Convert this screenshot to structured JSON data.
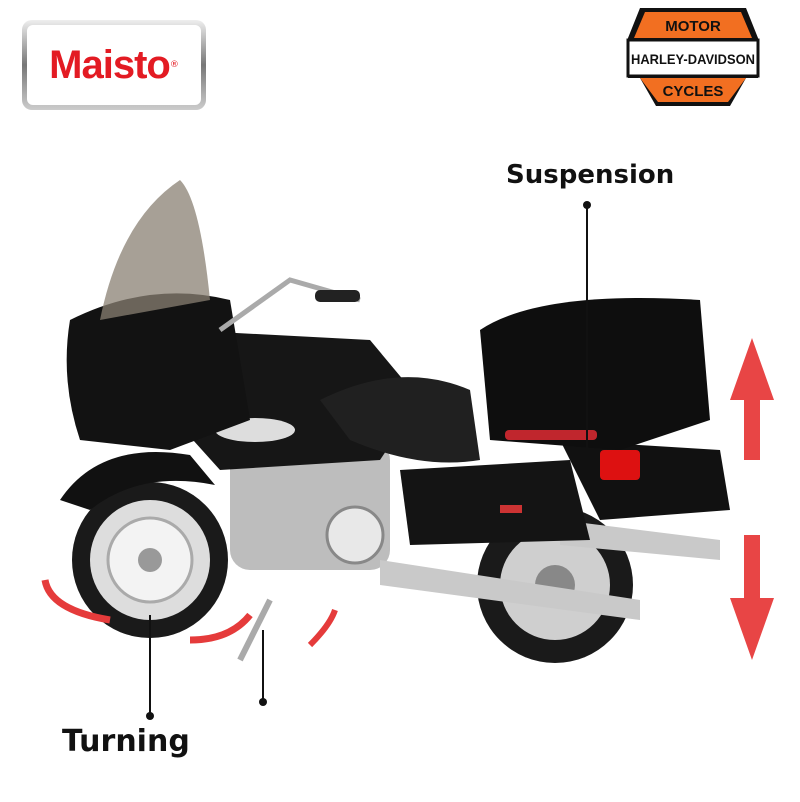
{
  "brand_logo": {
    "text": "Maisto",
    "trademark": "®"
  },
  "partner_logo": {
    "top": "MOTOR",
    "middle": "HARLEY-DAVIDSON",
    "bottom": "CYCLES"
  },
  "callouts": {
    "suspension": "Suspension",
    "turning": "Turning"
  },
  "colors": {
    "accent_red": "#e31b23",
    "hd_orange": "#f26f21",
    "body_black": "#111111"
  }
}
